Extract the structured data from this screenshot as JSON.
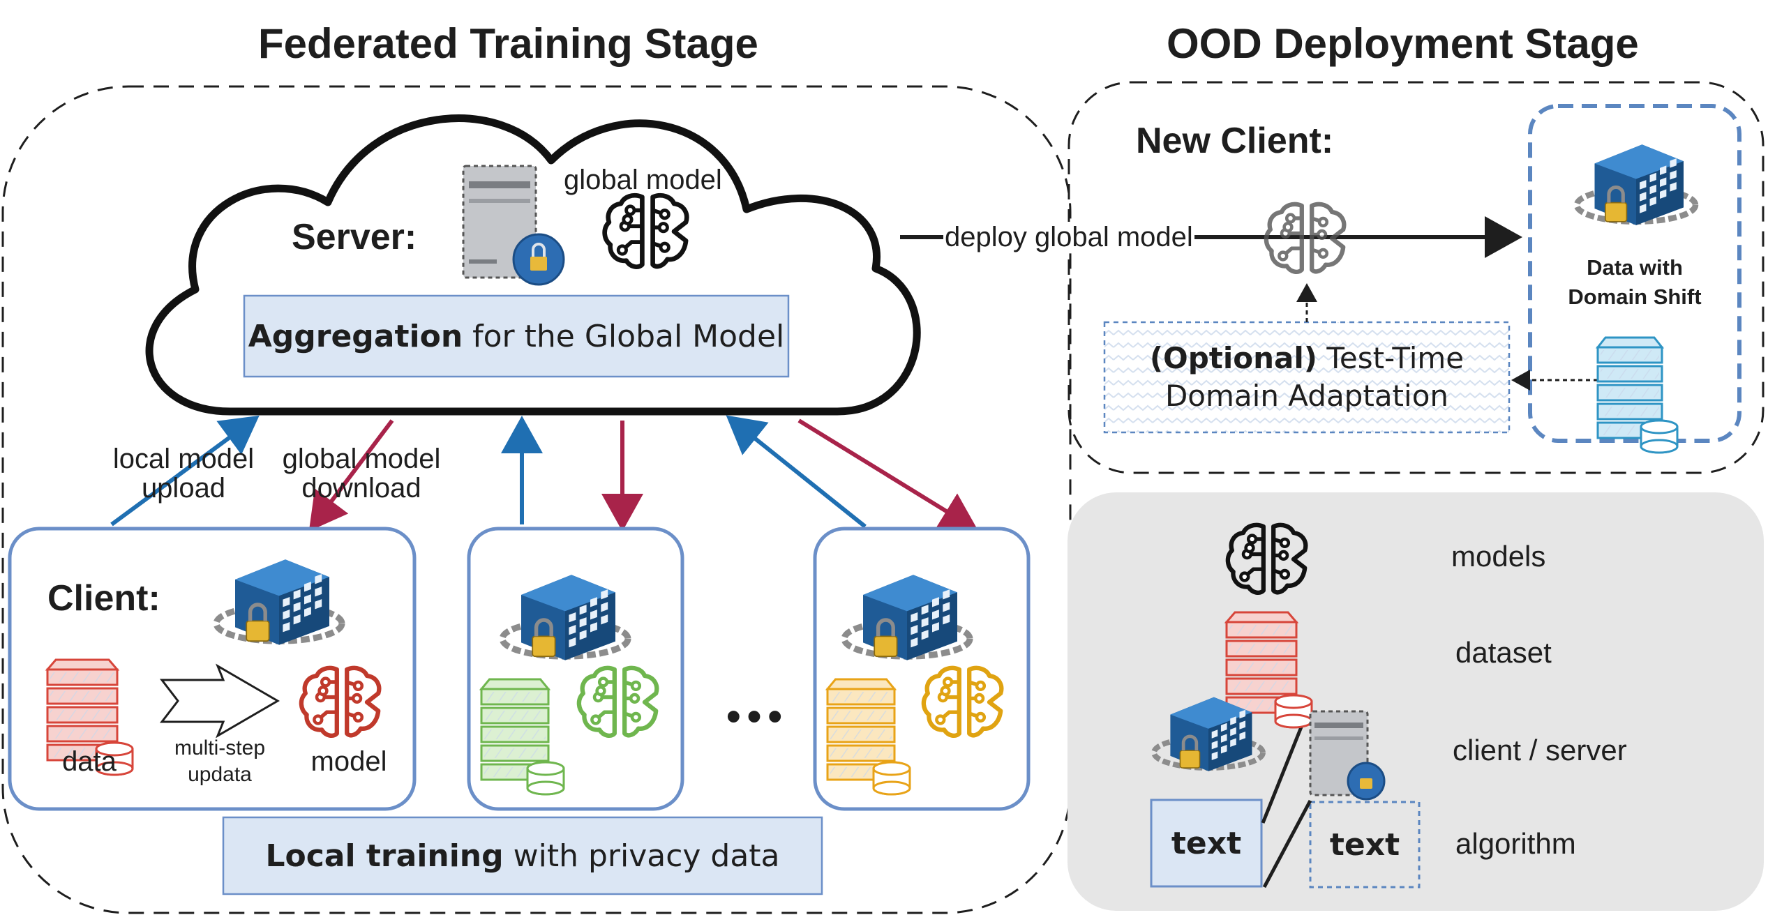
{
  "titles": {
    "training": "Federated Training Stage",
    "deployment": "OOD Deployment Stage"
  },
  "server": {
    "label": "Server:",
    "global_model_label": "global model",
    "aggregation_bold": "Aggregation",
    "aggregation_rest": " for the Global Model"
  },
  "arrows": {
    "upload": [
      "local model",
      "upload"
    ],
    "download": [
      "global model",
      "download"
    ],
    "deploy": "deploy global model"
  },
  "client": {
    "label": "Client:",
    "data": "data",
    "model": "model",
    "step": [
      "multi-step",
      "updata"
    ],
    "ellipsis": "•••"
  },
  "local_training": {
    "bold": "Local training",
    "rest": " with privacy data"
  },
  "new_client": {
    "label": "New Client:",
    "data_shift": [
      "Data with",
      "Domain Shift"
    ],
    "tta_bold": "(Optional)",
    "tta_rest": " Test-Time",
    "tta_line2": "Domain Adaptation"
  },
  "legend": {
    "models": "models",
    "dataset": "dataset",
    "client_server": "client / server",
    "algorithm": "algorithm",
    "text_sample": "text"
  },
  "colors": {
    "upload_blue": "#1f6fb2",
    "download_red": "#a8234a",
    "box_blue": "#6b8fc8",
    "algo_fill": "#dbe6f4",
    "data_red": "#d7453a",
    "data_green": "#6fb64e",
    "data_orange": "#e8a317",
    "data_cyan": "#2e94c4",
    "legend_bg": "#e6e6e6"
  }
}
